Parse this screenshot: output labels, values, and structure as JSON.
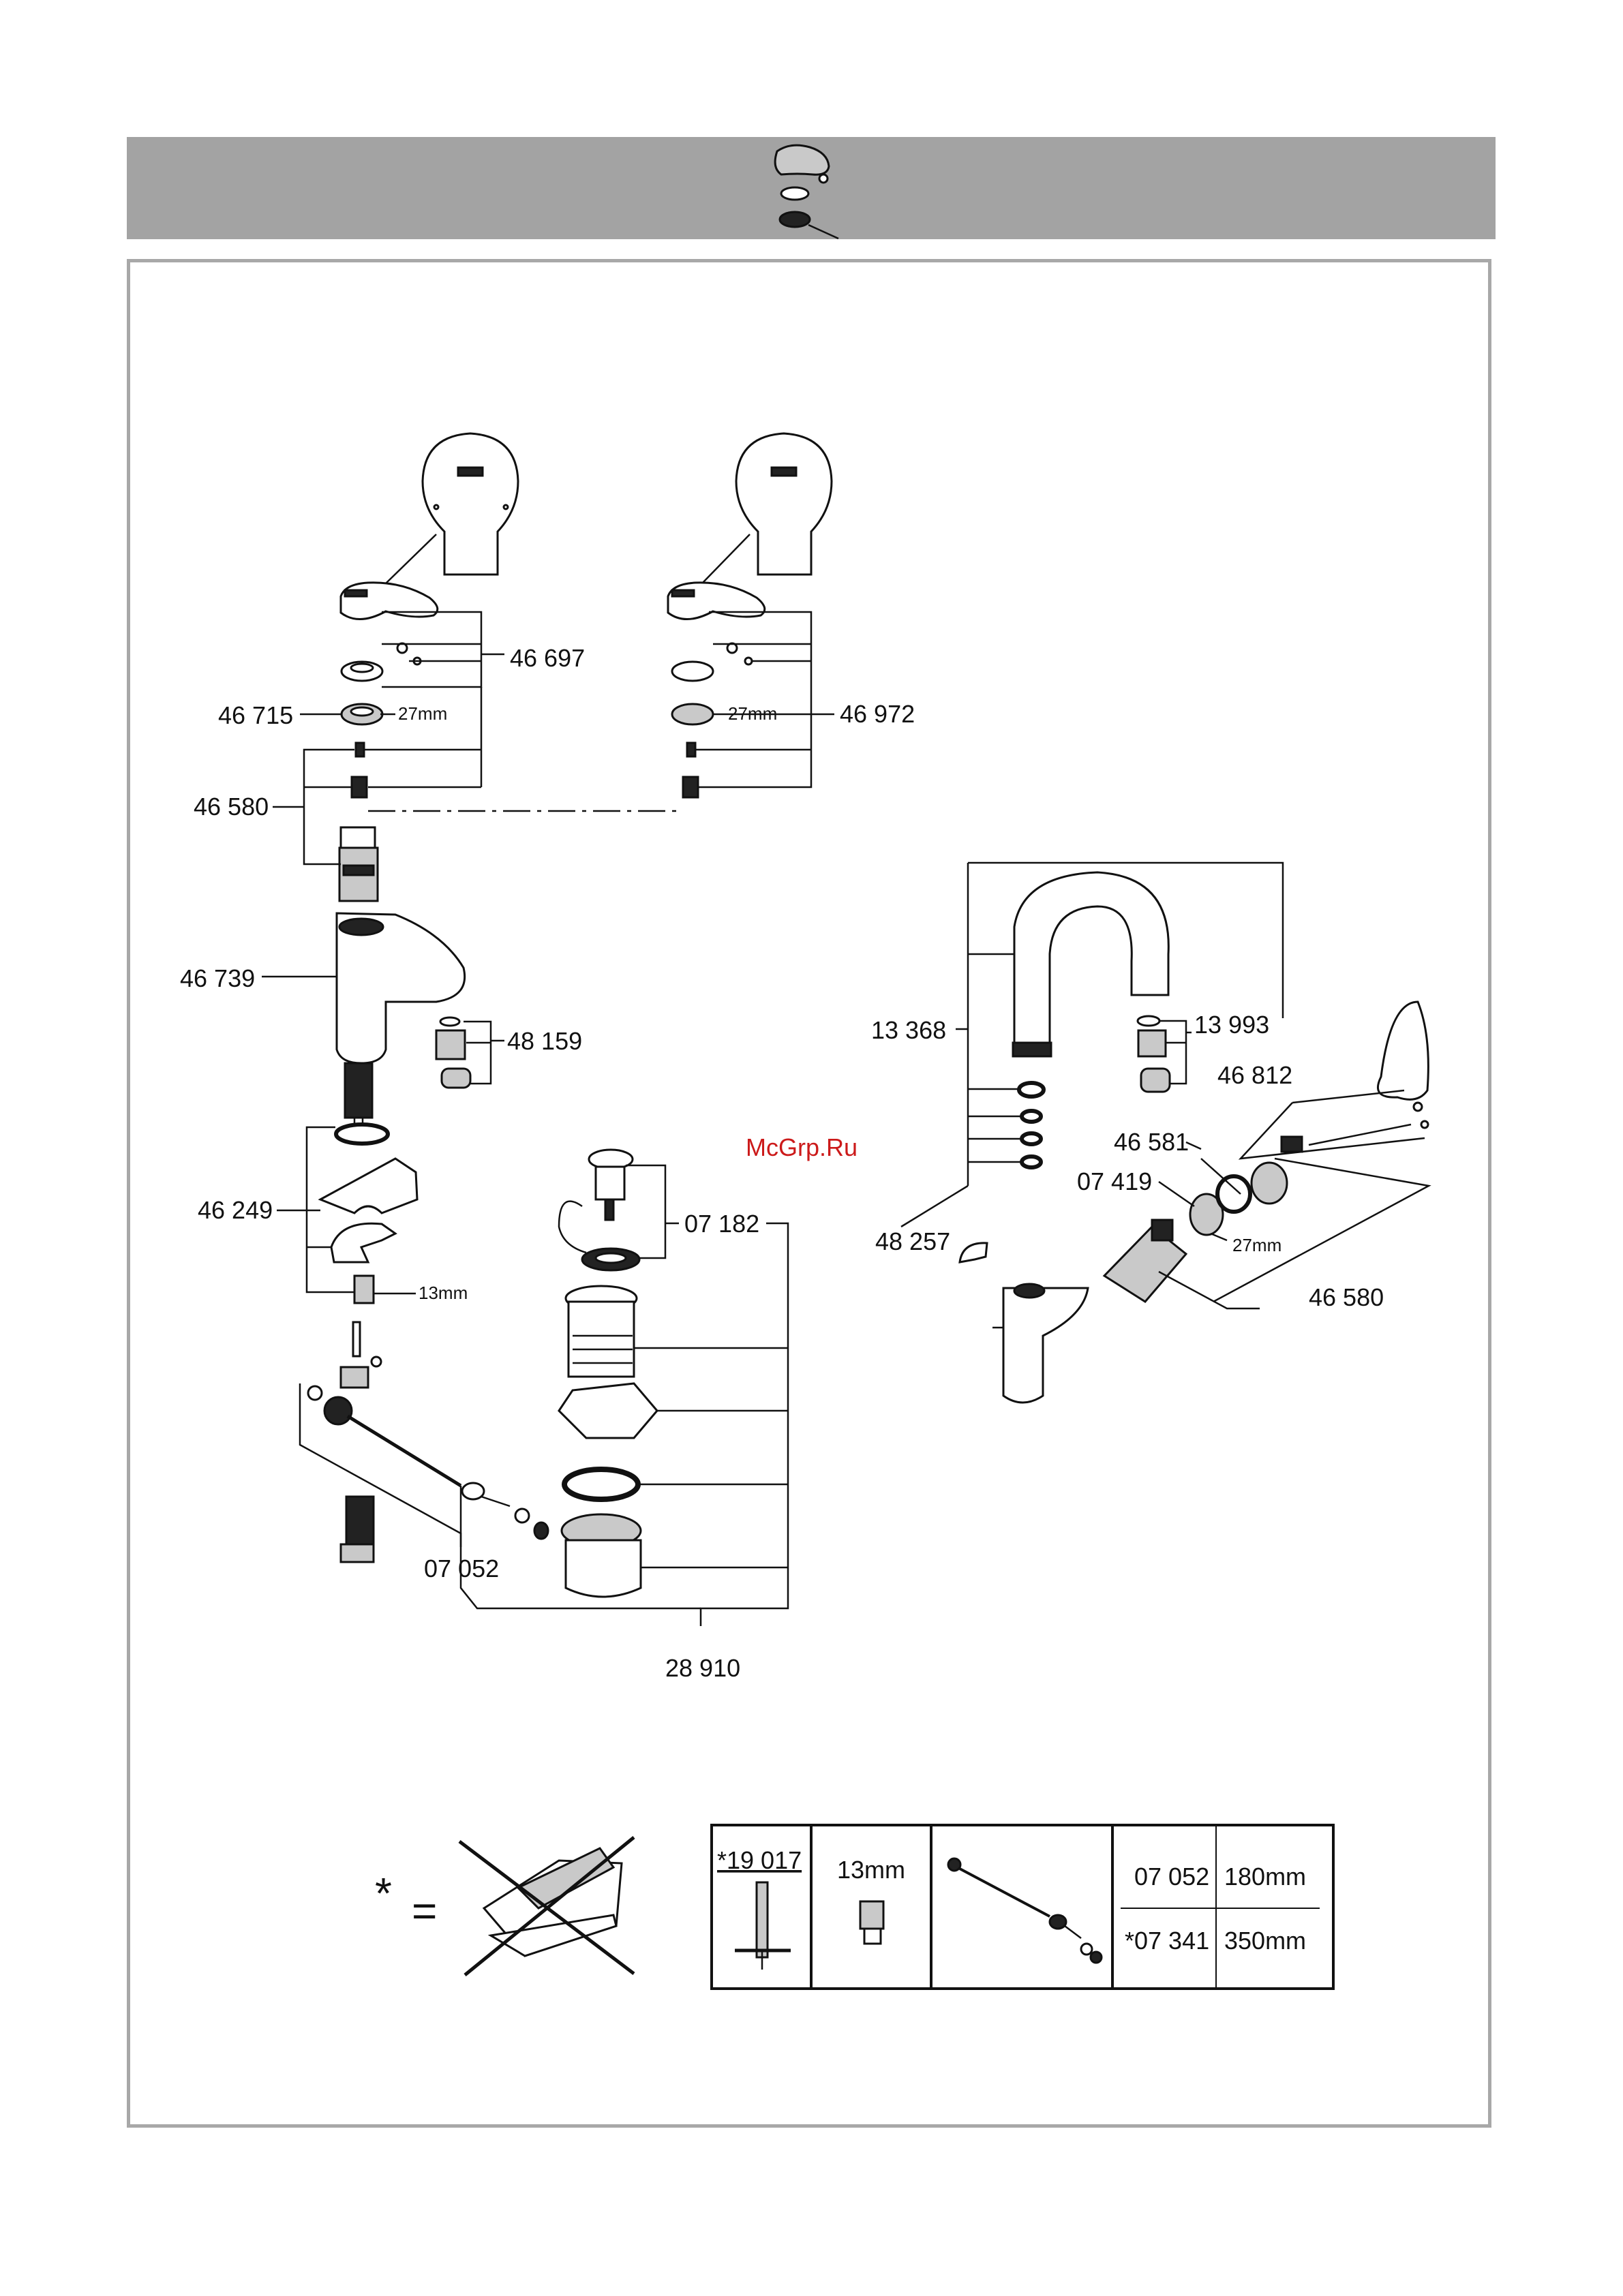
{
  "labels": {
    "p46697": "46 697",
    "p46715": "46 715",
    "p27mm_a": "27mm",
    "p27mm_b": "27mm",
    "p46972": "46 972",
    "p46580_a": "46 580",
    "p46739": "46 739",
    "p48159": "48 159",
    "p46249": "46 249",
    "p13mm_a": "13mm",
    "p07182": "07 182",
    "p07052_a": "07 052",
    "p28910": "28 910",
    "p13368": "13 368",
    "p13993": "13 993",
    "p46812": "46 812",
    "p46581": "46 581",
    "p07419": "07 419",
    "p48257": "48 257",
    "p27mm_c": "27mm",
    "p46580_b": "46 580"
  },
  "watermark": "McGrp.Ru",
  "legend": {
    "asterisk": "*",
    "equals": "="
  },
  "table": {
    "tool_code": "*19 017",
    "wrench_size": "13mm",
    "rows": [
      {
        "code": "07 052",
        "length": "180mm"
      },
      {
        "code": "*07 341",
        "length": "350mm"
      }
    ]
  },
  "colors": {
    "header": "#a3a3a3",
    "frame": "#a8a8a8",
    "watermark": "#cc1a1a"
  }
}
